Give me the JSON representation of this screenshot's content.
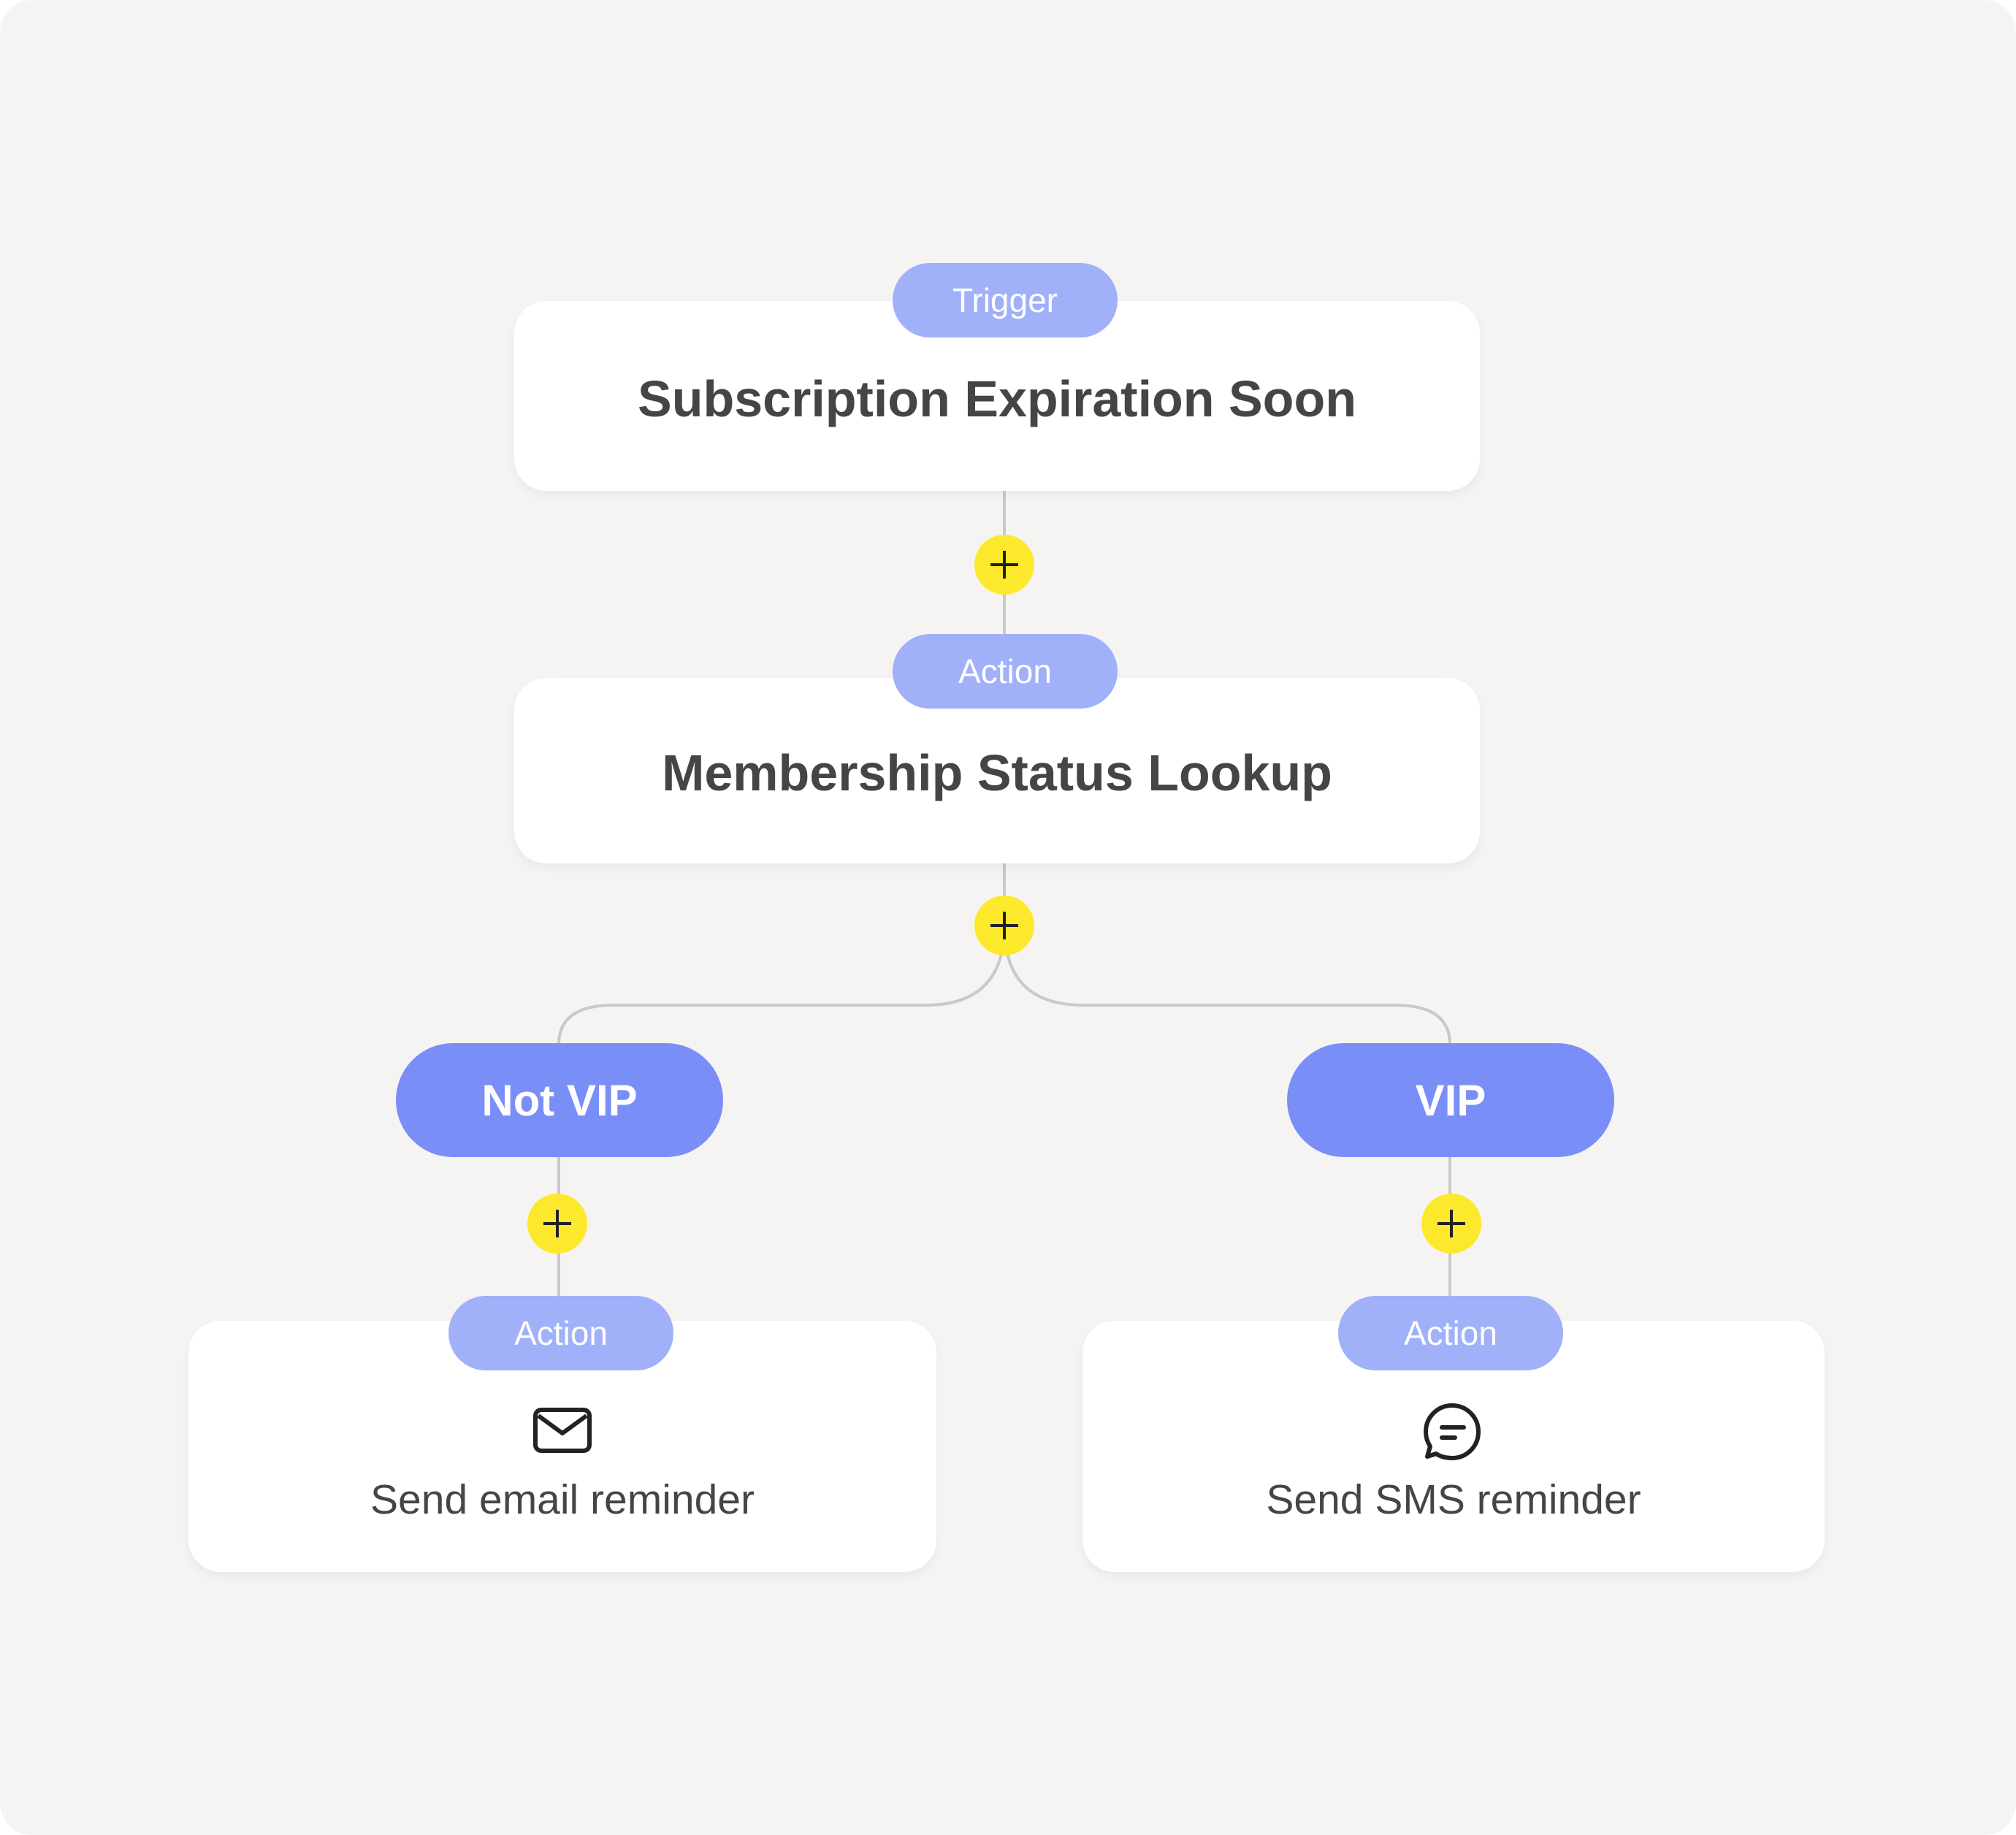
{
  "colors": {
    "background": "#f5f4f3",
    "card": "#ffffff",
    "pill": "#a0b0f9",
    "branch": "#7a8ef7",
    "add_button": "#fde92b",
    "connector": "#c9c9c9",
    "text": "#454545"
  },
  "trigger": {
    "badge": "Trigger",
    "title": "Subscription Expiration Soon"
  },
  "lookup": {
    "badge": "Action",
    "title": "Membership Status Lookup"
  },
  "branches": {
    "left": {
      "label": "Not VIP",
      "action": {
        "badge": "Action",
        "icon": "mail-icon",
        "label": "Send email reminder"
      }
    },
    "right": {
      "label": "VIP",
      "action": {
        "badge": "Action",
        "icon": "chat-icon",
        "label": "Send SMS reminder"
      }
    }
  }
}
